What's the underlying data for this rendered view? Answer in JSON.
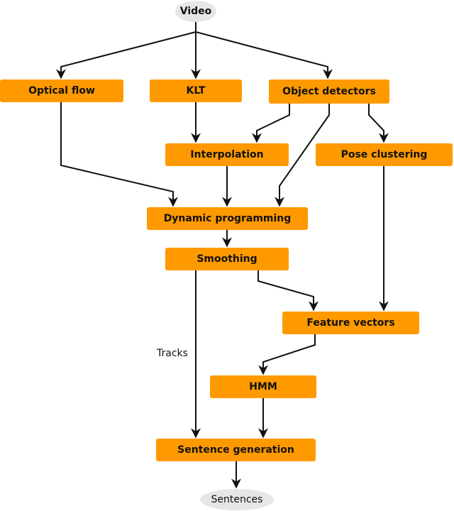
{
  "colors": {
    "box_fill": "#ff9900",
    "terminal_fill": "#e6e6e6",
    "edge_color": "#111111"
  },
  "nodes": {
    "video": "Video",
    "optical_flow": "Optical flow",
    "klt": "KLT",
    "object_detectors": "Object detectors",
    "interpolation": "Interpolation",
    "pose_clustering": "Pose clustering",
    "dynamic_programming": "Dynamic programming",
    "smoothing": "Smoothing",
    "feature_vectors": "Feature vectors",
    "hmm": "HMM",
    "sentence_generation": "Sentence generation",
    "sentences": "Sentences"
  },
  "edge_labels": {
    "tracks": "Tracks"
  }
}
